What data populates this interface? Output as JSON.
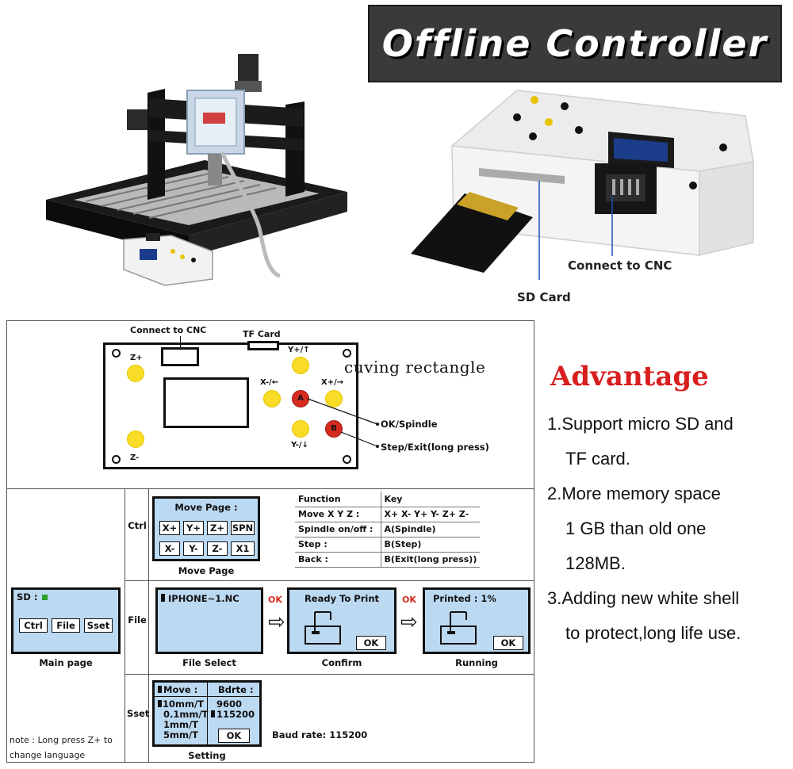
{
  "banner": {
    "title": "Offline Controller"
  },
  "photo_labels": {
    "connect_cnc": "Connect to CNC",
    "sd_card": "SD Card"
  },
  "board": {
    "connect_cnc": "Connect to CNC",
    "tf_card": "TF Card",
    "z_plus": "Z+",
    "z_minus": "Z-",
    "y_plus": "Y+/↑",
    "y_minus": "Y-/↓",
    "x_minus": "X-/←",
    "x_plus": "X+/→",
    "btn_a": "A",
    "btn_b": "B",
    "ok_spindle": "OK/Spindle",
    "step_exit": "Step/Exit(long press)",
    "overlay_text": "cuving rectangle"
  },
  "main_page": {
    "sd_label": "SD :",
    "keys": [
      "Ctrl",
      "File",
      "Sset"
    ],
    "caption": "Main page",
    "note_line1": "note : Long press Z+ to",
    "note_line2": "change language"
  },
  "rows": {
    "ctrl": "Ctrl",
    "file": "File",
    "sset": "Sset"
  },
  "move_page": {
    "title": "Move Page :",
    "keys_row1": [
      "X+",
      "Y+",
      "Z+",
      "SPN"
    ],
    "keys_row2": [
      "X-",
      "Y-",
      "Z-",
      "X1"
    ],
    "caption": "Move Page"
  },
  "function_table": {
    "headers": [
      "Function",
      "Key"
    ],
    "rows": [
      [
        "Move X Y Z :",
        "X+  X-  Y+  Y-  Z+  Z-"
      ],
      [
        "Spindle on/off :",
        "A(Spindle)"
      ],
      [
        "Step :",
        "B(Step)"
      ],
      [
        "Back :",
        "B(Exit(long press))"
      ]
    ]
  },
  "file_select": {
    "filename": "IPHONE~1.NC",
    "caption": "File Select"
  },
  "confirm": {
    "title": "Ready To Print",
    "ok": "OK",
    "caption": "Confirm"
  },
  "running": {
    "title": "Printed : 1%",
    "ok": "OK",
    "caption": "Running"
  },
  "flow_ok": "OK",
  "setting": {
    "col1_title": "Move :",
    "col2_title": "Bdrte :",
    "col1_items": [
      "10mm/T",
      "0.1mm/T",
      "1mm/T",
      "5mm/T"
    ],
    "col2_items": [
      "9600",
      "115200"
    ],
    "ok": "OK",
    "caption": "Setting",
    "baud_note": "Baud rate: 115200"
  },
  "advantage": {
    "title": "Advantage",
    "lines": [
      "1.Support micro SD and",
      "TF card.",
      "2.More memory space",
      "1 GB than old one",
      "128MB.",
      "3.Adding new white shell",
      "to protect,long life use."
    ]
  },
  "colors": {
    "banner_bg": "#3a3a3a",
    "lcd_blue": "#bcd9f2",
    "yellow_button": "#f8dc25",
    "red_button": "#d52b1e",
    "advantage_red": "#d81e1e"
  }
}
